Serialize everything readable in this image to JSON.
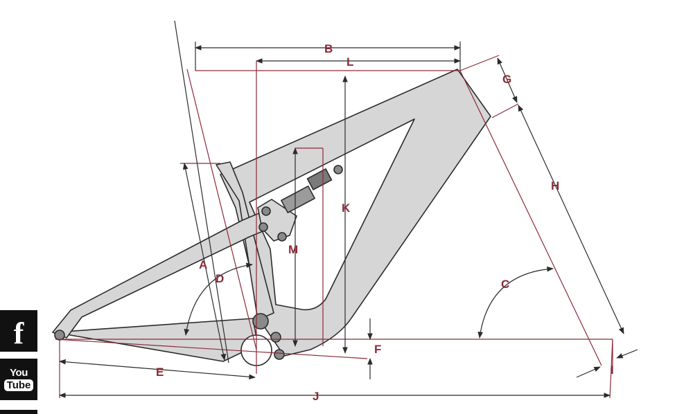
{
  "colors": {
    "dimension": "#8b2a37",
    "frame_fill": "#d6d6d6",
    "frame_stroke": "#2b2b2b",
    "black": "#111111"
  },
  "labels": {
    "A": "A",
    "B": "B",
    "C": "C",
    "D": "D",
    "E": "E",
    "F": "F",
    "G": "G",
    "H": "H",
    "I": "I",
    "J": "J",
    "K": "K",
    "L": "L",
    "M": "M"
  },
  "social": {
    "facebook": {
      "icon": "facebook-icon",
      "glyph": "f"
    },
    "youtube": {
      "icon": "youtube-icon",
      "top": "You",
      "bottom": "Tube"
    }
  }
}
